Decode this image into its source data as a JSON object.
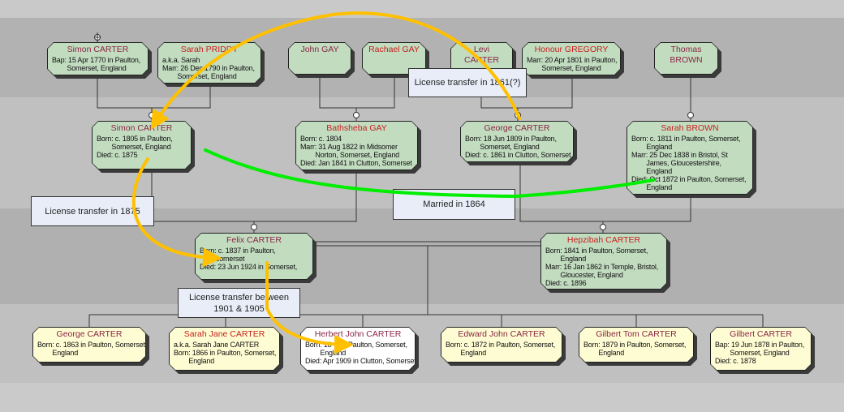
{
  "people": [
    {
      "name": "Simon CARTER",
      "sex": "m",
      "color": "green",
      "facts": [
        "Bap: 15 Apr 1770 in Paulton,",
        "        Somerset, England"
      ]
    },
    {
      "name": "Sarah PRIDDY",
      "sex": "f",
      "color": "green",
      "facts": [
        "a.k.a. Sarah",
        "Marr: 26 Dec 1790 in Paulton,",
        "        Somerset, England"
      ]
    },
    {
      "name": "John GAY",
      "sex": "m",
      "color": "green",
      "facts": []
    },
    {
      "name": "Rachael GAY",
      "sex": "f",
      "color": "green",
      "facts": []
    },
    {
      "name": "Levi CARTER",
      "sex": "m",
      "color": "green",
      "facts": []
    },
    {
      "name": "Honour GREGORY",
      "sex": "f",
      "color": "green",
      "facts": [
        "Marr: 20 Apr 1801 in Paulton,",
        "        Somerset, England"
      ]
    },
    {
      "name": "Thomas BROWN",
      "sex": "m",
      "color": "green",
      "facts": []
    },
    {
      "name": "Simon CARTER",
      "sex": "m",
      "color": "green",
      "facts": [
        "Born: c. 1805 in Paulton,",
        "        Somerset, England",
        "Died: c. 1875"
      ]
    },
    {
      "name": "Bathsheba GAY",
      "sex": "f",
      "color": "green",
      "facts": [
        "Born: c. 1804",
        "Marr: 31 Aug 1822 in Midsomer",
        "        Norton, Somerset, England",
        "Died: Jan 1841 in Clutton, Somerset"
      ]
    },
    {
      "name": "George CARTER",
      "sex": "m",
      "color": "green",
      "facts": [
        "Born: 18 Jun 1809 in Paulton,",
        "        Somerset, England",
        "Died: c. 1861 in Clutton, Somerset"
      ]
    },
    {
      "name": "Sarah BROWN",
      "sex": "f",
      "color": "green",
      "facts": [
        "Born: c. 1811 in Paulton, Somerset,",
        "        England",
        "Marr: 25 Dec 1838 in Bristol, St",
        "        James, Gloucestershire,",
        "        England",
        "Died: Oct 1872 in Paulton, Somerset,",
        "        England"
      ]
    },
    {
      "name": "Felix CARTER",
      "sex": "m",
      "color": "green",
      "facts": [
        "Born: c. 1837 in Paulton,",
        "        Somerset",
        "Died: 23 Jun 1924 in Somerset,"
      ]
    },
    {
      "name": "Hepzibah CARTER",
      "sex": "f",
      "color": "green",
      "facts": [
        "Born: 1841 in Paulton, Somerset,",
        "        England",
        "Marr: 16 Jan 1862 in Temple, Bristol,",
        "        Gloucester, England",
        "Died: c. 1896"
      ]
    },
    {
      "name": "George CARTER",
      "sex": "m",
      "color": "yellow",
      "facts": [
        "Born: c. 1863 in Paulton, Somerset,",
        "        England"
      ]
    },
    {
      "name": "Sarah Jane CARTER",
      "sex": "f",
      "color": "yellow",
      "facts": [
        "a.k.a. Sarah Jane CARTER",
        "Born: 1866 in Paulton, Somerset,",
        "        England"
      ]
    },
    {
      "name": "Herbert John CARTER",
      "sex": "m",
      "color": "white",
      "facts": [
        "Born: 18     in Paulton, Somerset,",
        "        England",
        "Died: Apr 1909 in Clutton, Somerset"
      ]
    },
    {
      "name": "Edward John CARTER",
      "sex": "m",
      "color": "yellow",
      "facts": [
        "Born: c. 1872 in Paulton, Somerset,",
        "        England"
      ]
    },
    {
      "name": "Gilbert Tom CARTER",
      "sex": "m",
      "color": "yellow",
      "facts": [
        "Born: 1879 in Paulton, Somerset,",
        "        England"
      ]
    },
    {
      "name": "Gilbert CARTER",
      "sex": "m",
      "color": "yellow",
      "facts": [
        "Bap: 19 Jun 1878 in Paulton,",
        "        Somerset, England",
        "Died: c. 1878"
      ]
    }
  ],
  "notes": [
    {
      "text": "License transfer in 1861(?)"
    },
    {
      "text": "License transfer in 1875"
    },
    {
      "text": "Married in 1864"
    },
    {
      "text": "License transfer between 1901 & 1905"
    }
  ],
  "colors": {
    "arrow": "#ffc000",
    "married": "#00ee00",
    "line": "#333333"
  }
}
